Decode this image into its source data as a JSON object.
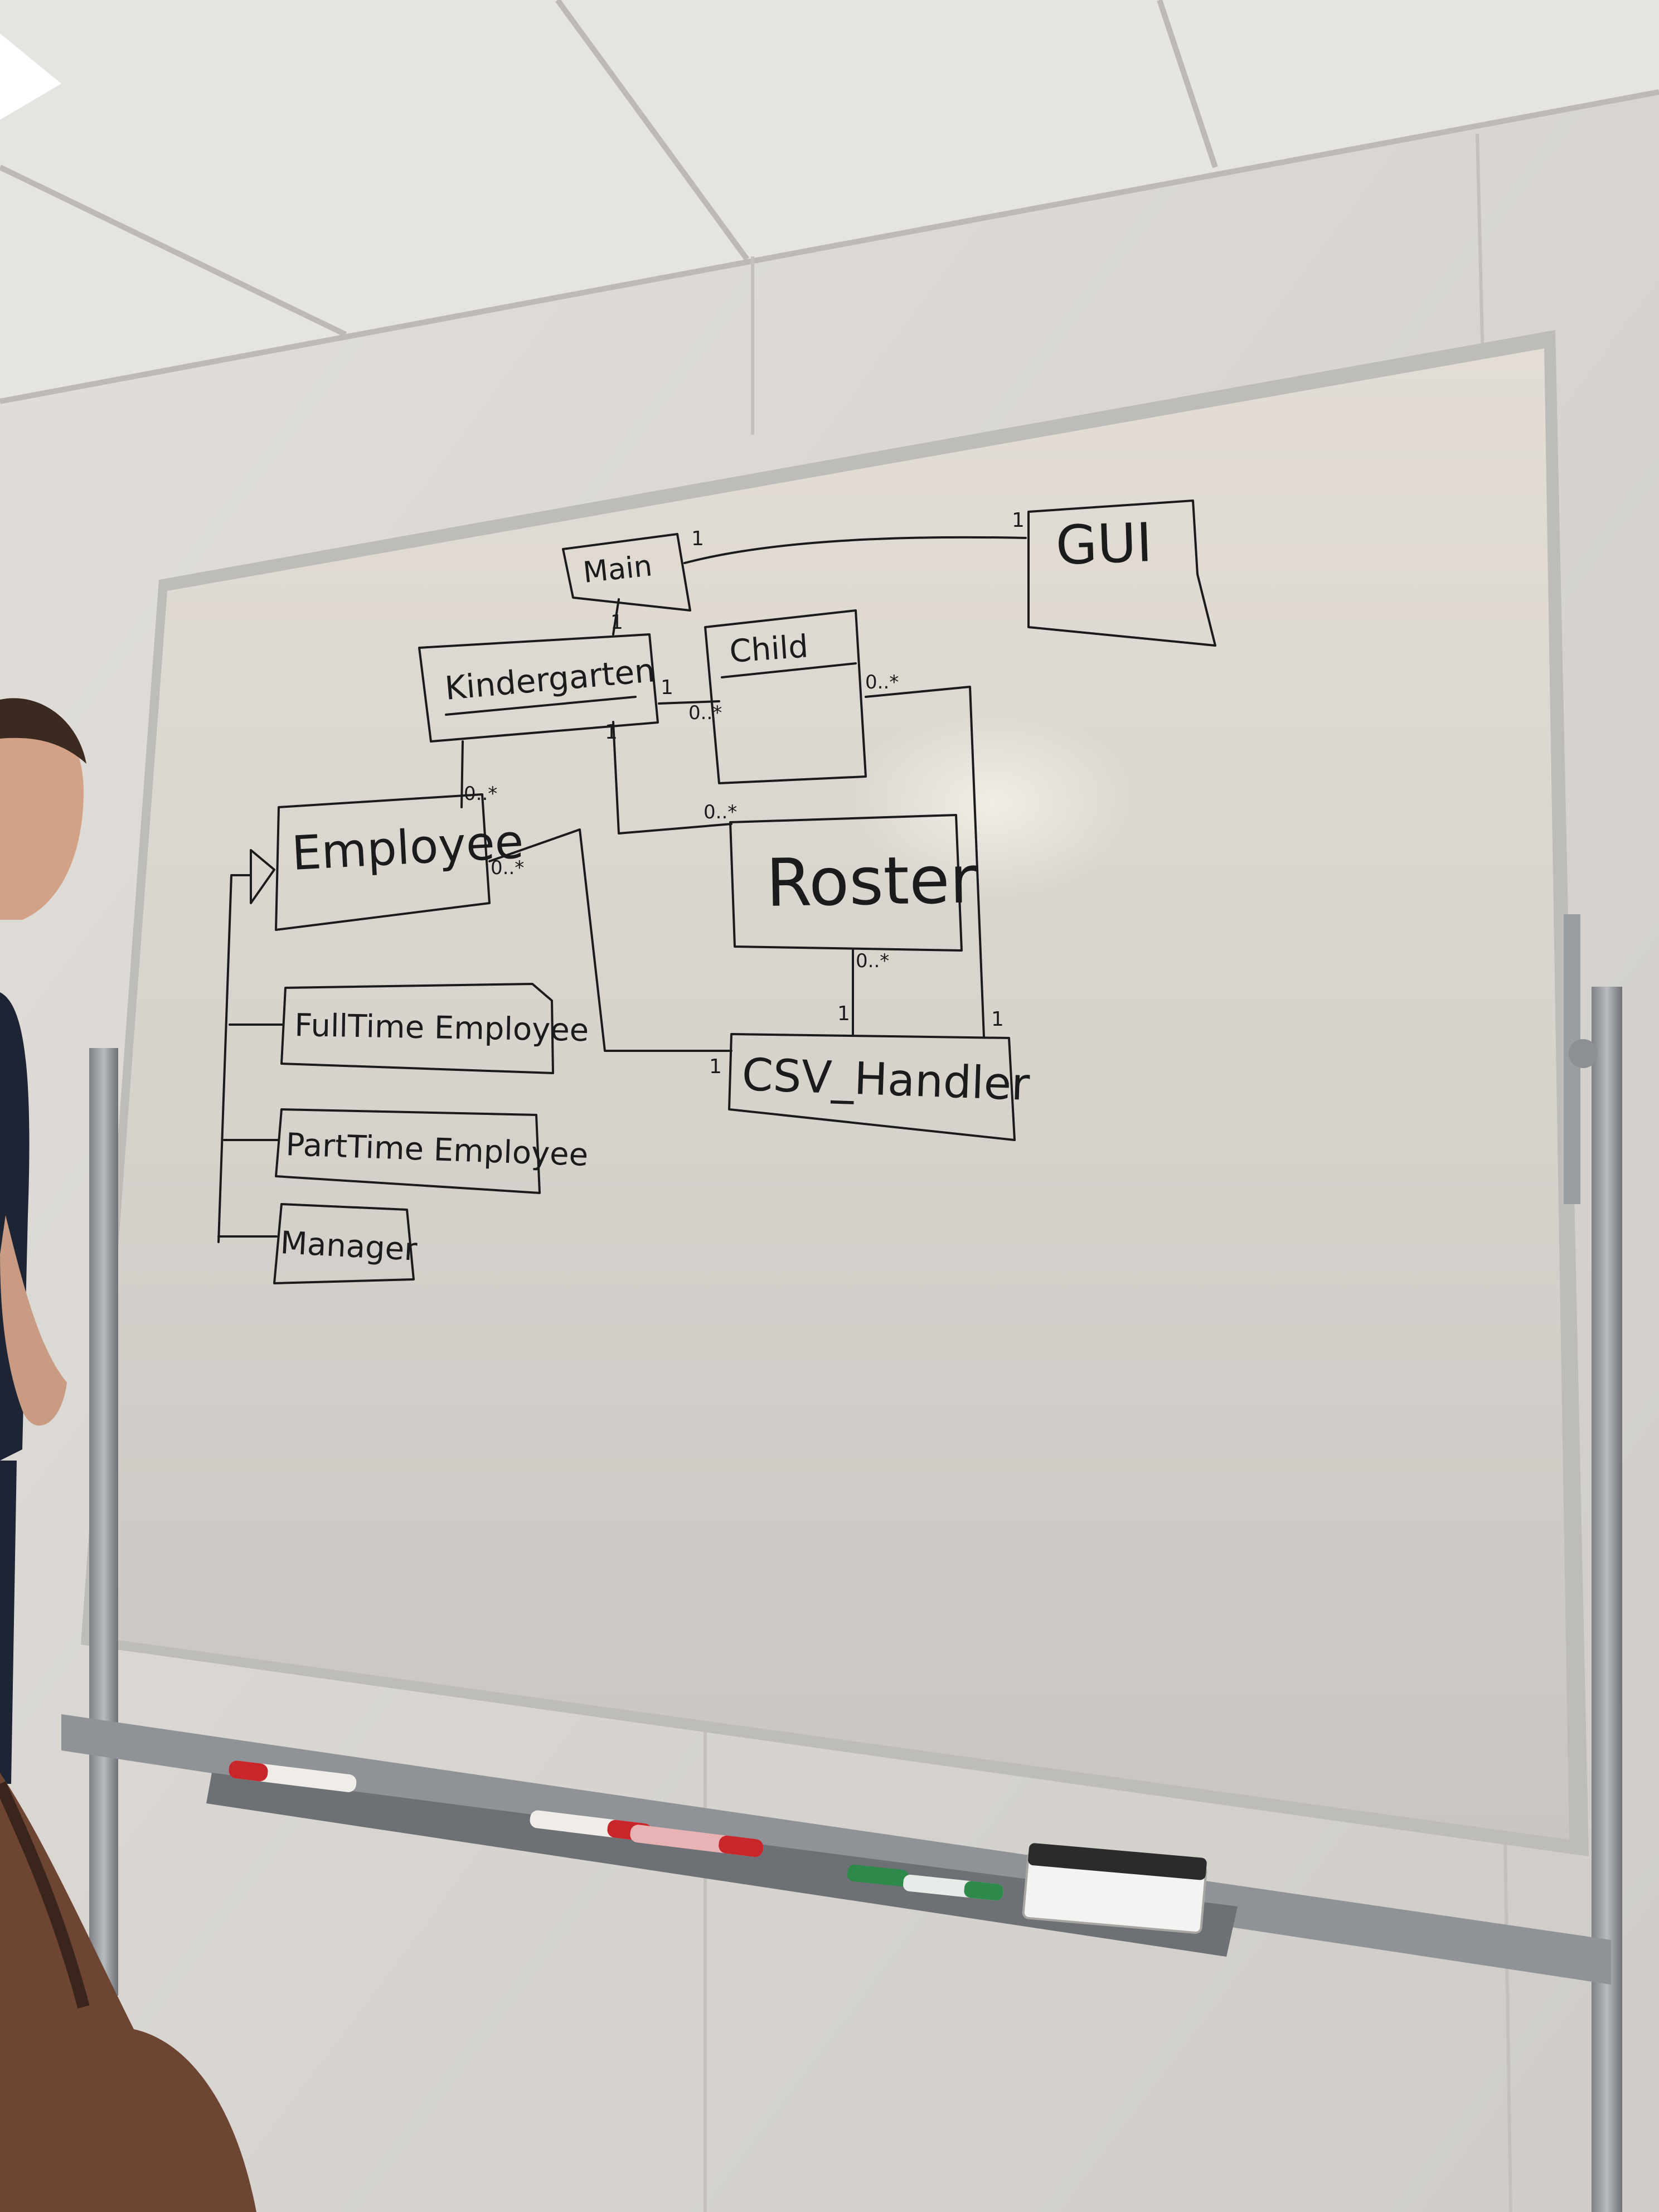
{
  "classes": {
    "main": "Main",
    "gui": "GUI",
    "kindergarten": "Kindergarten",
    "child": "Child",
    "employee": "Employee",
    "roster": "Roster",
    "csv_handler": "CSV_Handler",
    "fulltime_employee": "FullTime Employee",
    "parttime_employee": "PartTime Employee",
    "manager": "Manager"
  },
  "multiplicities": {
    "main_gui_main_end": "1",
    "main_gui_gui_end": "1",
    "kindergarten_main": "1",
    "kindergarten_child_k_end": "1",
    "kindergarten_child_c_end": "0..*",
    "kindergarten_employee": "0..*",
    "kindergarten_roster_k_end": "1",
    "kindergarten_roster_r_end": "0..*",
    "child_csv_c_end": "0..*",
    "child_csv_csv_end": "1",
    "employee_csv_e_end": "0..*",
    "employee_csv_csv_end": "1",
    "roster_csv_r_end": "0..*",
    "roster_csv_csv_end": "1"
  },
  "colors": {
    "ink": "#1b1b1b",
    "whiteboard": "#dcd8d3",
    "wall": "#d8d5d1",
    "ceiling": "#e4e2df",
    "frame": "#b9b9b6"
  },
  "items": {
    "markers": [
      "red-marker",
      "red-marker",
      "red-marker",
      "green-marker",
      "green-marker"
    ],
    "eraser": "whiteboard-eraser"
  }
}
